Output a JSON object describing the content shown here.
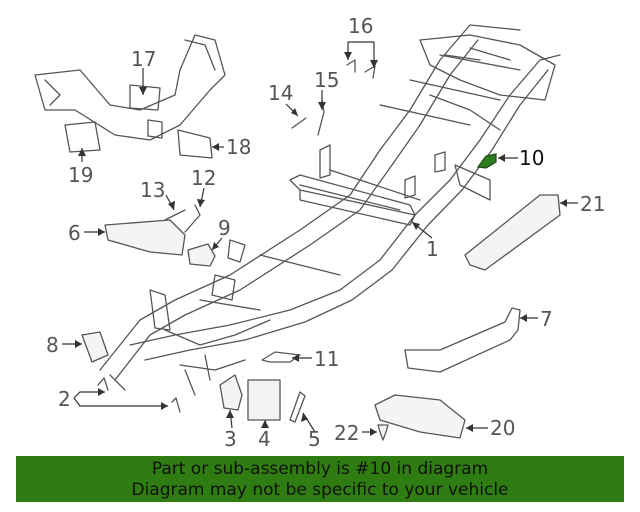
{
  "diagram": {
    "callouts": [
      "1",
      "2",
      "3",
      "4",
      "5",
      "6",
      "7",
      "8",
      "9",
      "10",
      "11",
      "12",
      "13",
      "14",
      "15",
      "16",
      "17",
      "18",
      "19",
      "20",
      "21",
      "22"
    ],
    "highlighted_part": "10",
    "highlight_color": "#2e7d1f"
  },
  "banner": {
    "line1": "Part or sub-assembly is #10 in diagram",
    "line2": "Diagram may not be specific to your vehicle",
    "background": "#2f7d12"
  }
}
